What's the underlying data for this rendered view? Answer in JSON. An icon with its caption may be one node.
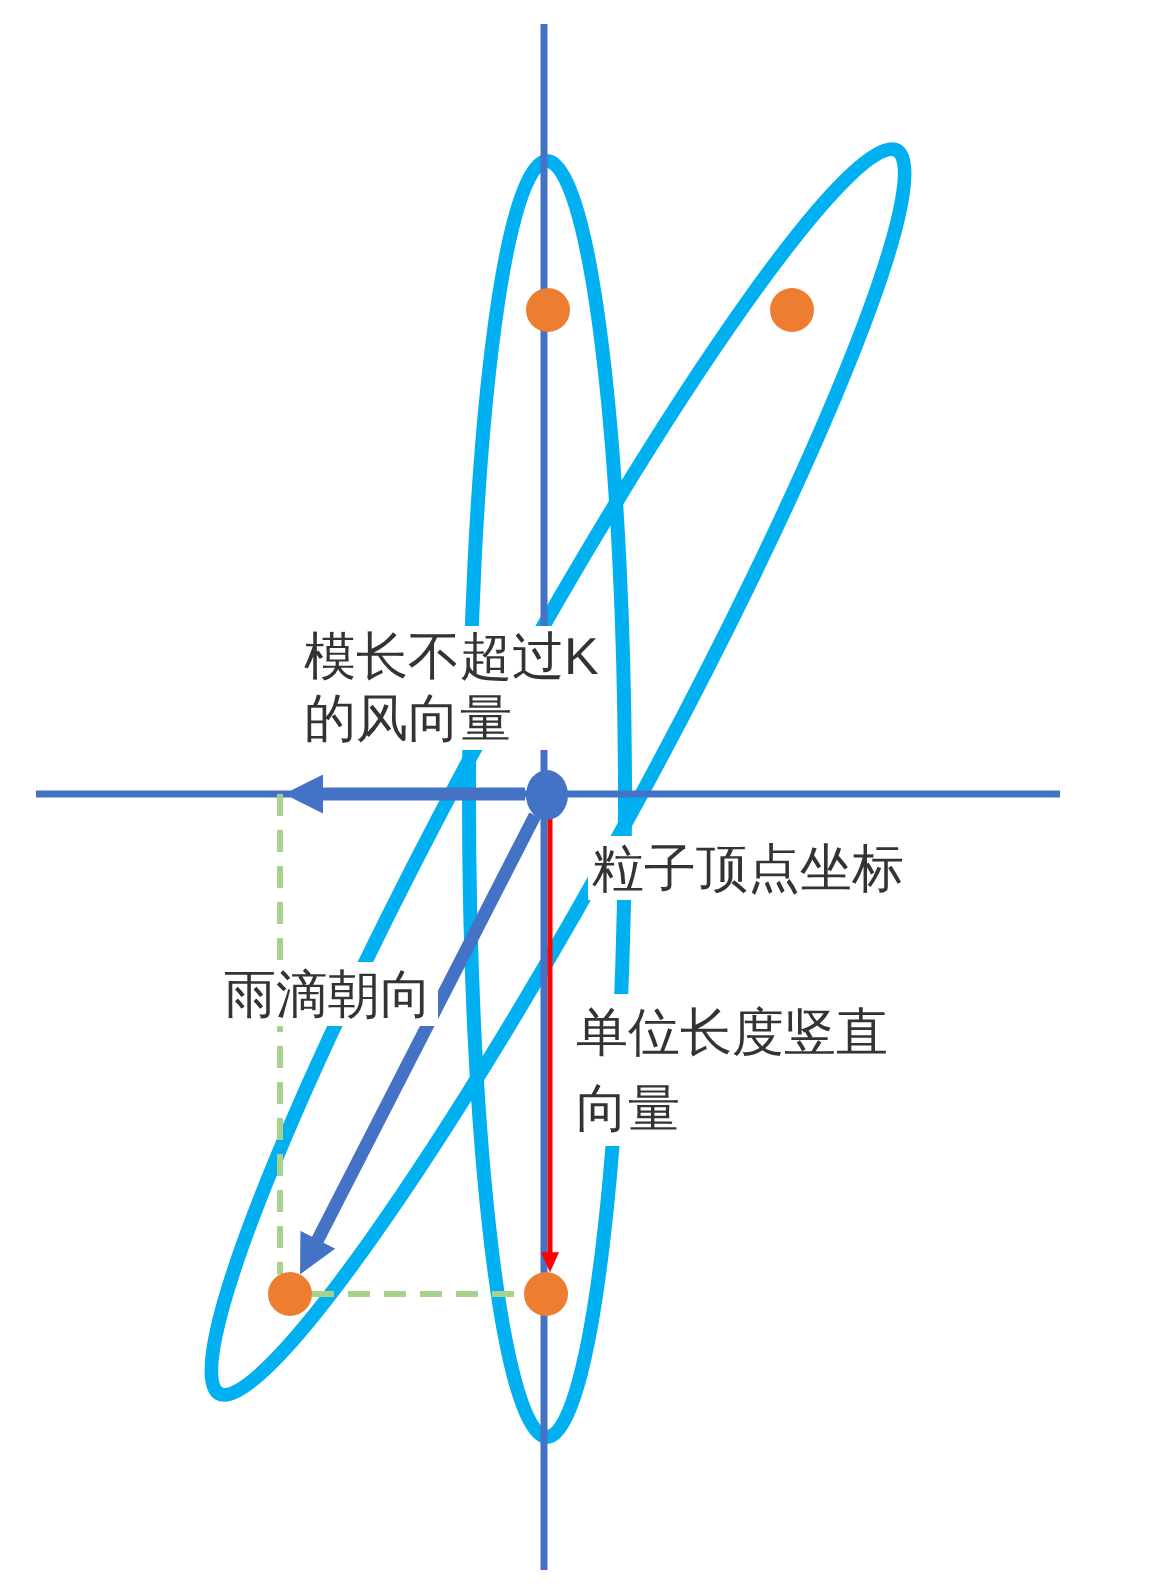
{
  "diagram": {
    "nodes": [
      {
        "text": [],
        "shape": "circle"
      },
      {
        "text": [],
        "shape": "circle"
      },
      {
        "text": [],
        "shape": "circle",
        "beside": [
          "粒子顶点坐标"
        ]
      },
      {
        "text": [],
        "shape": "circle"
      },
      {
        "text": [],
        "shape": "circle"
      }
    ],
    "edges": [
      {
        "from": 2,
        "to": null,
        "arrow": "to",
        "label": "模长不超过K的风向量",
        "style": "thick"
      },
      {
        "from": 2,
        "to": 3,
        "arrow": "to",
        "label": "雨滴朝向",
        "style": "thick"
      },
      {
        "from": 2,
        "to": 4,
        "arrow": "to",
        "label": "单位长度竖直向量",
        "color": "#ff0000"
      },
      {
        "from": 3,
        "to": 4,
        "arrow": "none",
        "style": "dashed",
        "color": "#a9d18e"
      },
      {
        "from": null,
        "to": 3,
        "arrow": "none",
        "style": "dashed",
        "color": "#a9d18e"
      }
    ]
  }
}
